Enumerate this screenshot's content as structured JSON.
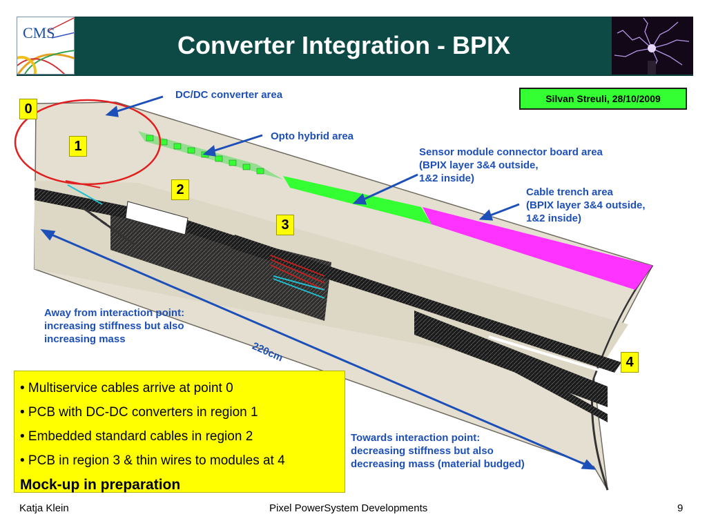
{
  "header": {
    "title": "Converter Integration - BPIX",
    "logo_text": "CMS"
  },
  "author_box": {
    "text": "Silvan Streuli, 28/10/2009"
  },
  "annotations": {
    "dcdc": "DC/DC converter area",
    "opto": "Opto hybrid area",
    "sensor": "Sensor module connector board area\n(BPIX layer 3&4 outside,\n1&2 inside)",
    "cable": "Cable trench area\n(BPIX layer 3&4 outside,\n1&2 inside)",
    "away": "Away from interaction point:\nincreasing stiffness but also\nincreasing mass",
    "length": "220cm",
    "towards": "Towards interaction point:\ndecreasing stiffness but also\ndecreasing mass (material budged)"
  },
  "regions": [
    "0",
    "1",
    "2",
    "3",
    "4"
  ],
  "bullets": [
    "• Multiservice cables arrive at point 0",
    "• PCB with DC-DC converters in region 1",
    "• Embedded standard cables in region 2",
    "• PCB in region 3 & thin wires to modules at 4"
  ],
  "bullet_emphasis": "Mock-up in preparation",
  "footer": {
    "left": "Katja Klein",
    "center": "Pixel PowerSystem Developments",
    "page": "9"
  },
  "colors": {
    "title_bg": "#0d4a45",
    "label_blue": "#1d4fb8",
    "region_yellow": "#ffff00",
    "opto_green": "#33ff33",
    "cable_magenta": "#ff33ff"
  }
}
